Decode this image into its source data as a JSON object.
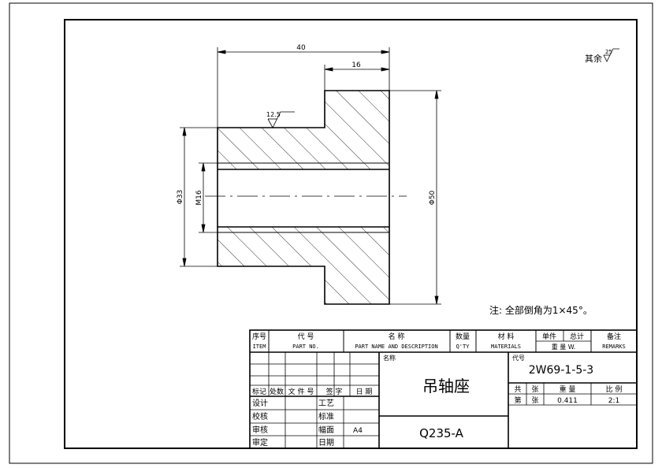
{
  "dimensions": {
    "length_total": "40",
    "length_step": "16",
    "dia_inner": "Φ33",
    "dia_thread": "M16",
    "dia_outer": "Φ50"
  },
  "roughness": {
    "face_value": "12.5",
    "other_label": "其余",
    "other_value": "25"
  },
  "note": "注: 全部倒角为1×45°。",
  "title_block": {
    "header": {
      "seq_cn": "序号",
      "seq_en": "ITEM",
      "code_cn": "代  号",
      "code_en": "PART NO.",
      "name_cn": "名          称",
      "name_en": "PART NAME AND DESCRIPTION",
      "qty_cn": "数量",
      "qty_en": "Q'TY",
      "mat_cn": "材   料",
      "mat_en": "MATERIALS",
      "unit_cn": "单件",
      "total_cn": "总计",
      "weight_cn": "重 量 W.",
      "remark_cn": "备注",
      "remark_en": "REMARKS"
    },
    "rev_labels": [
      "标记",
      "处数",
      "文 件 号",
      "签  字",
      "日  期"
    ],
    "sign_rows": [
      {
        "left": "设计",
        "mid": "工艺",
        "val": ""
      },
      {
        "left": "校核",
        "mid": "标准",
        "val": ""
      },
      {
        "left": "审核",
        "mid": "幅面",
        "val": "A4"
      },
      {
        "left": "审定",
        "mid": "日期",
        "val": ""
      }
    ],
    "name_label": "名称",
    "part_name": "吊轴座",
    "material": "Q235-A",
    "code_label": "代号",
    "drawing_no": "2W69-1-5-3",
    "sheet_labels": {
      "total": "共",
      "sheet_unit": "张",
      "weight": "重  量",
      "scale": "比  例",
      "sheet_no": "第"
    },
    "weight": "0.411",
    "scale": "2:1"
  }
}
